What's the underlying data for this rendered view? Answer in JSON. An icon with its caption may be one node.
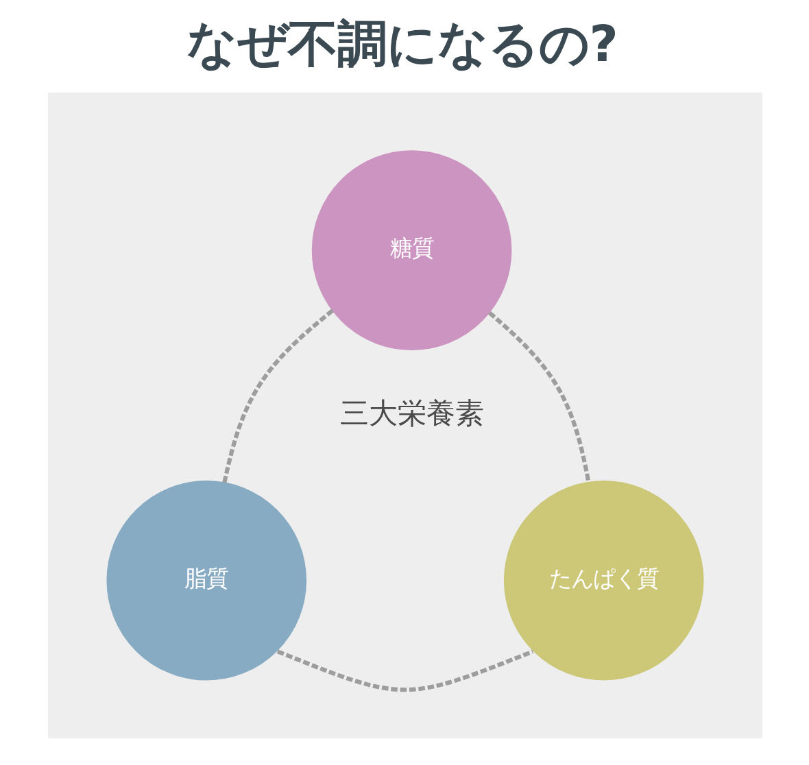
{
  "diagram": {
    "title": "なぜ不調になるの?",
    "nodes": [
      {
        "text": [],
        "shape": "box"
      },
      {
        "text": [
          "糖質"
        ],
        "in": 0
      },
      {
        "text": [
          "脂質"
        ],
        "in": 0
      },
      {
        "text": [
          "たんぱく質"
        ],
        "in": 0
      }
    ],
    "edges": [
      {
        "from": 1,
        "to": 3,
        "arrow": "none",
        "style": "dashed"
      },
      {
        "from": 3,
        "to": 2,
        "arrow": "none",
        "style": "dashed"
      },
      {
        "from": 2,
        "to": 1,
        "arrow": "none",
        "style": "dashed"
      }
    ],
    "labels": [
      "三大栄養素"
    ]
  }
}
